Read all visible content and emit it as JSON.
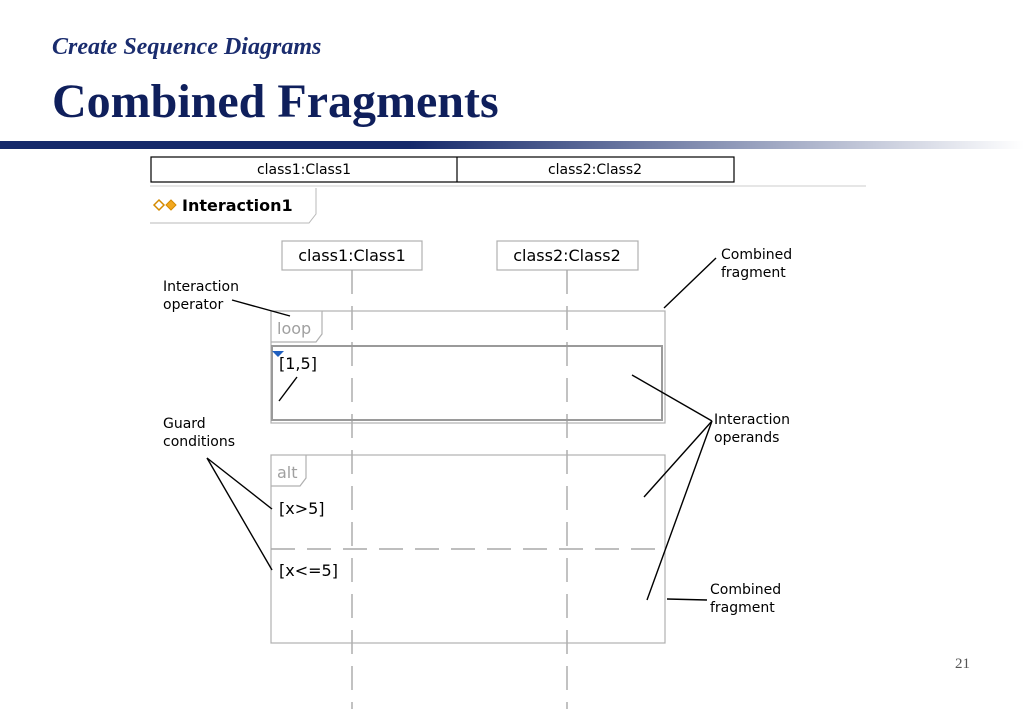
{
  "slide": {
    "subtitle": "Create Sequence Diagrams",
    "title": "Combined Fragments",
    "page_number": "21"
  },
  "header": {
    "columns": [
      "class1:Class1",
      "class2:Class2"
    ]
  },
  "interaction": {
    "name": "Interaction1",
    "icon": "diamonds-icon"
  },
  "lifelines": [
    "class1:Class1",
    "class2:Class2"
  ],
  "fragments": {
    "loop": {
      "operator": "loop",
      "guard": "[1,5]"
    },
    "alt": {
      "operator": "alt",
      "guards": [
        "[x>5]",
        "[x<=5]"
      ]
    }
  },
  "callouts": {
    "interaction_operator": [
      "Interaction",
      "operator"
    ],
    "guard_conditions": [
      "Guard",
      "conditions"
    ],
    "combined_fragment_top": [
      "Combined",
      "fragment"
    ],
    "interaction_operands": [
      "Interaction",
      "operands"
    ],
    "combined_fragment_bottom": [
      "Combined",
      "fragment"
    ]
  },
  "colors": {
    "title": "#0f1f5c",
    "rule": "#15296b",
    "box_border": "#b0b0b0",
    "operand_border": "#9a9a9a",
    "marker": "#1f5fbf"
  }
}
